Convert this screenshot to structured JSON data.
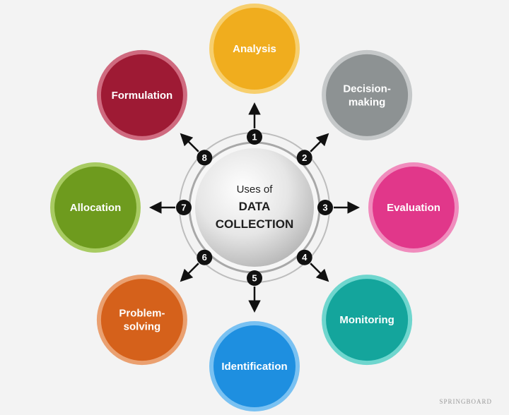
{
  "center": {
    "line1": "Uses of",
    "line2": "DATA",
    "line3": "COLLECTION"
  },
  "nodes": [
    {
      "num": "1",
      "lines": [
        "Analysis"
      ],
      "color": "#f0ad1e",
      "ring": "#f7cf6e"
    },
    {
      "num": "2",
      "lines": [
        "Decision-",
        "making"
      ],
      "color": "#8d9293",
      "ring": "#c5c8c9"
    },
    {
      "num": "3",
      "lines": [
        "Evaluation"
      ],
      "color": "#e1378a",
      "ring": "#f08cbd"
    },
    {
      "num": "4",
      "lines": [
        "Monitoring"
      ],
      "color": "#14a59c",
      "ring": "#6fd6ce"
    },
    {
      "num": "5",
      "lines": [
        "Identification"
      ],
      "color": "#1e8fe0",
      "ring": "#79c1f2"
    },
    {
      "num": "6",
      "lines": [
        "Problem-",
        "solving"
      ],
      "color": "#d5611b",
      "ring": "#eaa070"
    },
    {
      "num": "7",
      "lines": [
        "Allocation"
      ],
      "color": "#6e9b1e",
      "ring": "#a8cb62"
    },
    {
      "num": "8",
      "lines": [
        "Formulation"
      ],
      "color": "#9e1a34",
      "ring": "#cf6a7f"
    }
  ],
  "watermark": "SPRINGBOARD"
}
